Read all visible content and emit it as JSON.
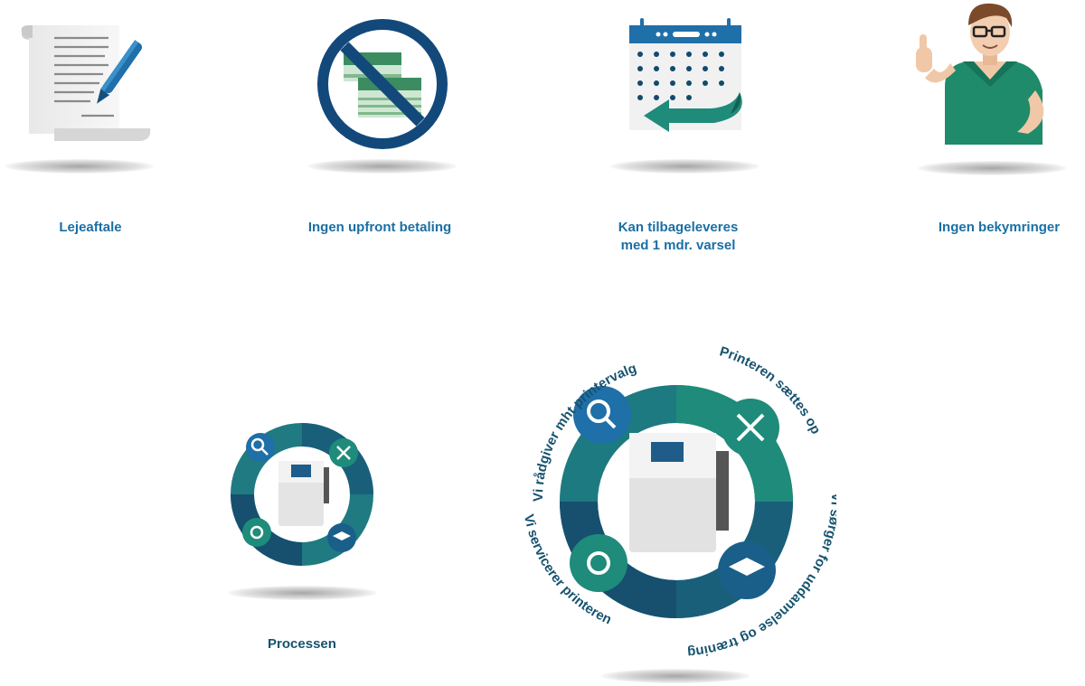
{
  "features": [
    {
      "label": "Lejeaftale",
      "icon": "contract-icon"
    },
    {
      "label": "Ingen upfront betaling",
      "icon": "no-money-icon"
    },
    {
      "label_line1": "Kan tilbageleveres",
      "label_line2": "med 1 mdr. varsel",
      "icon": "calendar-return-icon"
    },
    {
      "label": "Ingen bekymringer",
      "icon": "thumbs-up-man-icon"
    }
  ],
  "process": {
    "label": "Processen",
    "steps": [
      "Vi rådgiver mht printervalg",
      "Printeren sættes op",
      "Vi sørger for uddannelse og træning",
      "Vi servicerer printeren"
    ]
  },
  "colors": {
    "label_blue": "#1a6fa4",
    "teal": "#1f8b7a",
    "navy": "#123f6b"
  }
}
